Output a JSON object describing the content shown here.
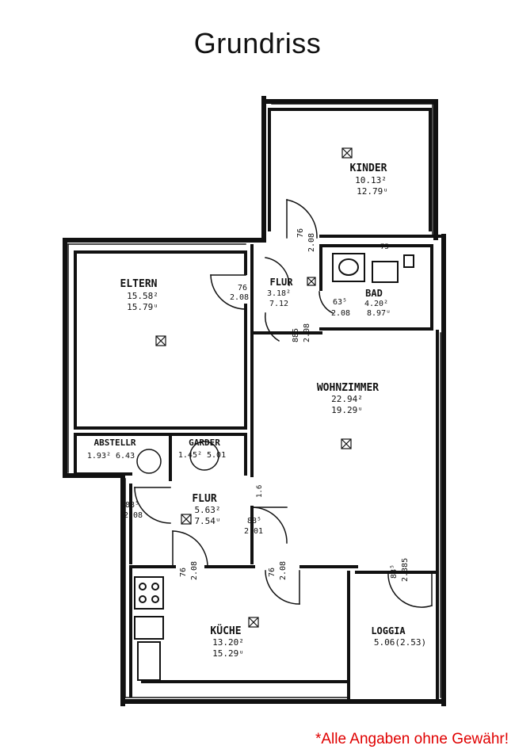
{
  "title": "Grundriss",
  "disclaimer": "*Alle Angaben ohne Gewähr!",
  "rooms": {
    "kinder": {
      "name": "KINDER",
      "area1": "10.13²",
      "area2": "12.79ᵘ"
    },
    "eltern": {
      "name": "ELTERN",
      "area1": "15.58²",
      "area2": "15.79ᵘ"
    },
    "flur_top": {
      "name": "FLUR",
      "area1": "3.18²",
      "area2": "7.12"
    },
    "bad": {
      "name": "BAD",
      "area1": "4.20²",
      "area2": "8.97ᵘ"
    },
    "wohn": {
      "name": "WOHNZIMMER",
      "area1": "22.94²",
      "area2": "19.29ᵘ"
    },
    "abstell": {
      "name": "ABSTELLR",
      "area1": "1.93² 6.43"
    },
    "garder": {
      "name": "GARDER",
      "area1": "1.45² 5.01"
    },
    "flur": {
      "name": "FLUR",
      "area1": "5.63²",
      "area2": "7.54ᵘ"
    },
    "kueche": {
      "name": "KÜCHE",
      "area1": "13.20²",
      "area2": "15.29ᵘ"
    },
    "loggia": {
      "name": "LOGGIA",
      "area1": "5.06(2.53)"
    }
  },
  "doors": {
    "kinder": {
      "w": "76",
      "h": "2.08"
    },
    "eltern": {
      "w": "76",
      "h": "2.08"
    },
    "bad": {
      "w": "63⁵",
      "h": "2.08"
    },
    "flur_wc": {
      "w": "885",
      "h": "2.08"
    },
    "abstell": {
      "w": "88⁵",
      "h": "2.08"
    },
    "wohn": {
      "w": "88⁵",
      "h": "2.01"
    },
    "kueche": {
      "w": "76",
      "h": "2.08"
    },
    "kueche2": {
      "w": "76",
      "h": "2.08"
    },
    "loggia": {
      "w": "88⁵",
      "h": "2.385"
    },
    "misc1": {
      "w": "75"
    },
    "misc2": {
      "w": "1.6"
    }
  }
}
